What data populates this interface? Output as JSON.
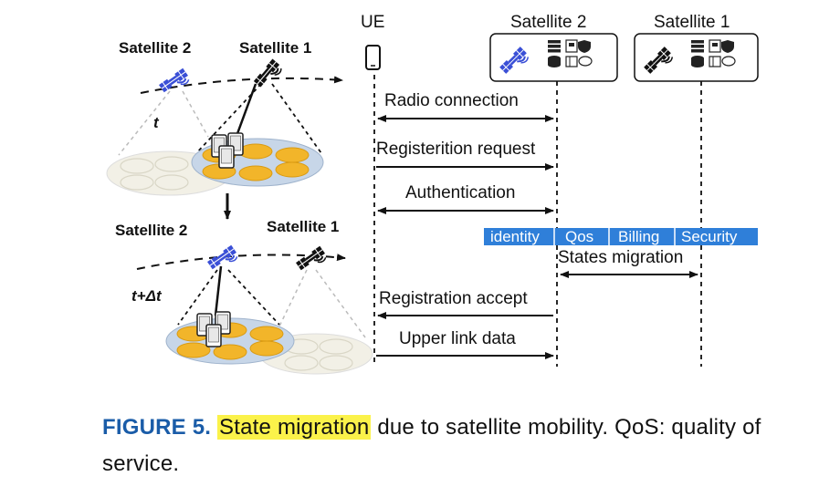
{
  "left_panel": {
    "top": {
      "sat2_label": "Satellite 2",
      "sat1_label": "Satellite 1",
      "time_label": "t"
    },
    "bottom": {
      "sat2_label": "Satellite 2",
      "sat1_label": "Satellite 1",
      "time_label": "t+Δt"
    }
  },
  "sequence": {
    "lanes": [
      {
        "id": "ue",
        "label": "UE"
      },
      {
        "id": "sat2",
        "label": "Satellite 2"
      },
      {
        "id": "sat1",
        "label": "Satellite 1"
      }
    ],
    "messages": [
      {
        "label": "Radio connection",
        "from": "ue",
        "to": "sat2",
        "direction": "both"
      },
      {
        "label": "Registerition request",
        "from": "ue",
        "to": "sat2",
        "direction": "right"
      },
      {
        "label": "Authentication",
        "from": "ue",
        "to": "sat2",
        "direction": "both"
      },
      {
        "label": "States migration",
        "from": "sat2",
        "to": "sat1",
        "direction": "both"
      },
      {
        "label": "Registration accept",
        "from": "sat2",
        "to": "ue",
        "direction": "left"
      },
      {
        "label": "Upper link data",
        "from": "ue",
        "to": "sat2",
        "direction": "right"
      }
    ],
    "states": [
      "identity",
      "Qos",
      "Billing",
      "Security"
    ],
    "state_color": "#2f7fd9"
  },
  "caption": {
    "figure_label": "FIGURE 5.",
    "highlight": "State migration",
    "rest": "due to satellite mobility. QoS: quality of service.",
    "figure_color": "#1a5ca8",
    "highlight_color": "#fbf24a"
  }
}
